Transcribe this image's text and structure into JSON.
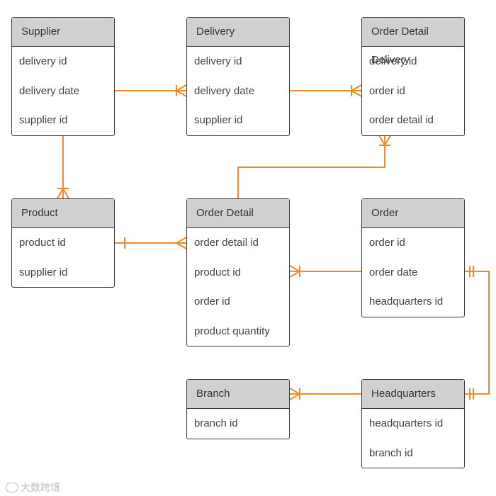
{
  "colors": {
    "connector": "#f08a2a",
    "header_fill": "#d0d0d0",
    "border": "#3a3a3a"
  },
  "entities": {
    "supplier": {
      "title": "Supplier",
      "fields": [
        "delivery id",
        "delivery date",
        "supplier id"
      ]
    },
    "delivery": {
      "title": "Delivery",
      "fields": [
        "delivery id",
        "delivery date",
        "supplier id"
      ]
    },
    "order_detail_delivery": {
      "title": "Order Detail Delivery",
      "fields": [
        "delivery id",
        "order id",
        "order detail id"
      ]
    },
    "product": {
      "title": "Product",
      "fields": [
        "product id",
        "supplier id"
      ]
    },
    "order_detail": {
      "title": "Order Detail",
      "fields": [
        "order detail id",
        "product id",
        "order id",
        "product quantity"
      ]
    },
    "order": {
      "title": "Order",
      "fields": [
        "order id",
        "order date",
        "headquarters id"
      ]
    },
    "branch": {
      "title": "Branch",
      "fields": [
        "branch id"
      ]
    },
    "headquarters": {
      "title": "Headquarters",
      "fields": [
        "headquarters id",
        "branch id"
      ]
    }
  },
  "relationships": [
    {
      "from": "supplier",
      "to": "delivery",
      "to_end": "crow-bar"
    },
    {
      "from": "delivery",
      "to": "order_detail_delivery",
      "to_end": "crow-bar"
    },
    {
      "from": "supplier",
      "to": "product",
      "to_end": "crow-bar"
    },
    {
      "from": "order_detail",
      "to": "order_detail_delivery",
      "to_end": "crow-bar"
    },
    {
      "from": "product",
      "to": "order_detail",
      "from_end": "bar",
      "to_end": "crow"
    },
    {
      "from": "order",
      "to": "order_detail",
      "to_end": "crow-bar"
    },
    {
      "from": "headquarters",
      "to": "branch",
      "to_end": "crow-bar"
    },
    {
      "from": "order",
      "to": "headquarters",
      "from_end": "double-bar",
      "to_end": "double-bar"
    }
  ],
  "watermark": {
    "icon": "chat-bubble-icon",
    "text": "大数跨境"
  }
}
